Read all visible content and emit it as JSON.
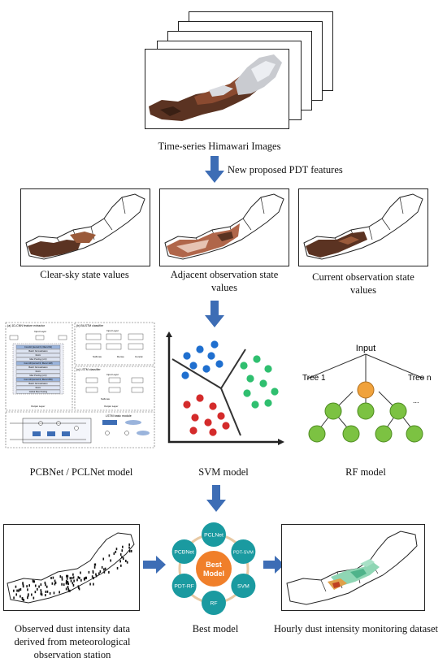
{
  "top": {
    "caption": "Time-series Himawari Images",
    "arrow_label": "New proposed PDT features"
  },
  "maps": [
    {
      "caption": "Clear-sky state values"
    },
    {
      "caption": "Adjacent observation state values"
    },
    {
      "caption": "Current observation state values"
    }
  ],
  "models": {
    "pcbnet_caption": "PCBNet / PCLNet model",
    "svm_caption": "SVM model",
    "rf_caption": "RF model",
    "rf_input": "Input",
    "rf_tree1": "Tree 1",
    "rf_treen": "Tree n",
    "rf_dots": "...",
    "arch": {
      "a_title": "(a) 1D-CNN feature extractor",
      "b_title": "(b) BiLSTM classifier",
      "c_title": "(c) LSTM classifier",
      "d_title": "LSTM basic module",
      "input_layer": "Input Layer",
      "output_layer": "Output Layer",
      "block_rows": [
        "Conv1D (kernel=3, filters=64)",
        "Batch Normalization",
        "ReLU",
        "Max Pooling (s=2)",
        "Conv1D (kernel=3, filters=128)",
        "Batch Normalization",
        "ReLU",
        "Max Pooling (s=2)",
        "Conv1D (kernel=3, filters=256)",
        "Batch Normalization",
        "ReLU",
        "Global Max Pooling"
      ],
      "softmax": "Softmax",
      "dense": "Dense",
      "concat": "Concat"
    }
  },
  "bottom": {
    "left_caption": "Observed dust intensity data derived from meteorological observation station",
    "center_caption": "Best model",
    "right_caption": "Hourly dust intensity monitoring dataset",
    "best_model": "Best Model",
    "ring_labels": [
      "PCBNet",
      "PCLNet",
      "PDT-SVM",
      "SVM",
      "RF",
      "PDT-RF"
    ]
  },
  "colors": {
    "arrow": "#3d6db5",
    "svm_blue": "#1f6fcf",
    "svm_green": "#2fbf6f",
    "svm_red": "#d42b2b",
    "rf_root": "#f0a23c",
    "rf_node": "#7cc242",
    "best_center": "#f07f2a",
    "ring_node": "#1a9aa0",
    "dust_dark": "#5b3322",
    "dust_mid": "#9a5a3a"
  }
}
